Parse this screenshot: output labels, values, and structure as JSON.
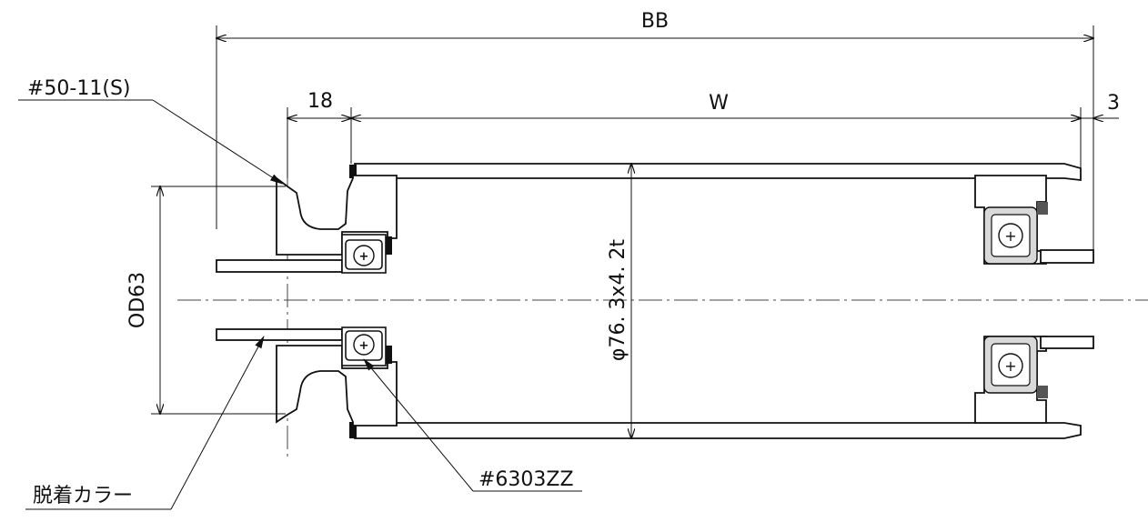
{
  "dimensions": {
    "overall_length": "BB",
    "face_width": "W",
    "collar_offset": "18",
    "end_gap": "3",
    "groove_diameter": "OD63",
    "tube_spec": "φ76. 3x4. 2t"
  },
  "callouts": {
    "sprocket": "#50-11(S)",
    "bearing": "#6303ZZ",
    "collar": "脱着カラー"
  },
  "colors": {
    "line": "#111111",
    "bearing_fill": "#d9d9d9",
    "background": "#ffffff"
  }
}
